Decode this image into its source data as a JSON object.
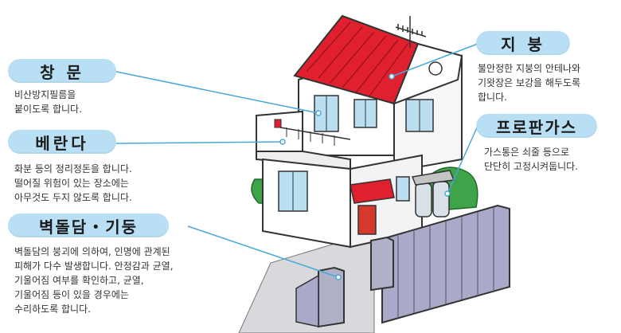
{
  "callouts": {
    "window": {
      "title": "창 문",
      "lines": [
        "비산방지필름을",
        "붙이도록 합니다."
      ]
    },
    "veranda": {
      "title": "베란다",
      "lines": [
        "화분 등의 정리정돈을 합니다.",
        "떨어질 위험이 있는 장소에는",
        "아무것도 두지 않도록 합니다."
      ]
    },
    "wall": {
      "title": "벽돌담・기둥",
      "lines": [
        "벽돌담의 붕괴에 의하여, 인명에 관계된",
        "피해가 다수 발생합니다. 안정감과 균열,",
        "기울어짐 여부를 확인하고, 균열,",
        "기울어짐 등이 있을 경우에는",
        "수리하도록 합니다."
      ]
    },
    "roof": {
      "title": "지 붕",
      "lines": [
        "불안정한 지붕의 안테나와",
        "기왓장은 보강을 해두도록",
        "합니다."
      ]
    },
    "propane": {
      "title": "프로판가스",
      "lines": [
        "가스통은 쇠줄 등으로",
        "단단히 고정시켜둡니다."
      ]
    }
  },
  "colors": {
    "pill": "#b8dff3",
    "leader_line": "#4aa8d8",
    "roof": "#e0202e",
    "wall_white": "#ffffff",
    "outline": "#333333",
    "window_glass": "#b9dff0",
    "fence": "#a9a9c9",
    "door": "#d43a2c",
    "shrub": "#3fa34a"
  }
}
